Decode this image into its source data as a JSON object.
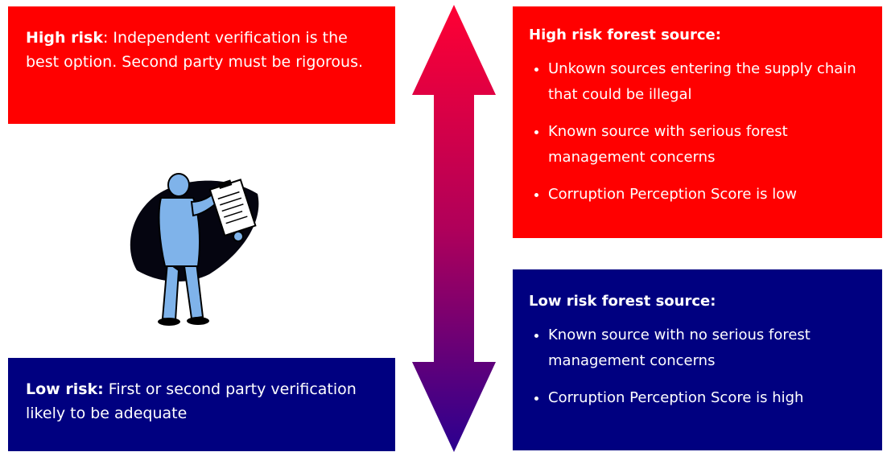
{
  "high_risk_box": {
    "label": "High risk",
    "text": ": Independent verification is the best option. Second party must be rigorous."
  },
  "low_risk_box": {
    "label": "Low risk:",
    "text": " First or second party verification likely to be adequate"
  },
  "high_risk_source": {
    "title": "High risk forest source:",
    "items": [
      "Unkown sources entering the supply chain that could be illegal",
      "Known source with serious forest management concerns",
      "Corruption Perception Score is low"
    ]
  },
  "low_risk_source": {
    "title": "Low risk forest source:",
    "items": [
      "Known source with no serious forest management concerns",
      "Corruption Perception Score is high"
    ]
  },
  "colors": {
    "red": "#ff0000",
    "navy": "#000080"
  },
  "icons": {
    "figure": "man-with-clipboard-icon",
    "arrow": "double-headed-arrow"
  }
}
